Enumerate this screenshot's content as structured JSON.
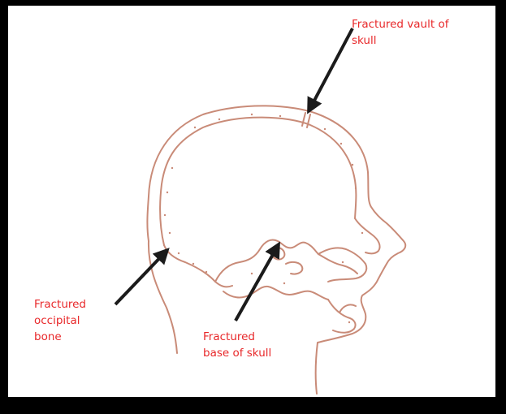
{
  "colors": {
    "outline": "#c98b78",
    "bone_dots": "#c98b78",
    "arrow": "#1b1b1b",
    "label_text": "#e8282a",
    "background": "#ffffff",
    "frame": "#000000"
  },
  "labels": {
    "vault": {
      "line1": "Fractured vault of",
      "line2": "skull"
    },
    "occipital": {
      "line1": "Fractured",
      "line2": "occipital",
      "line3": "bone"
    },
    "base": {
      "line1": "Fractured",
      "line2": "base of skull"
    }
  },
  "arrows": [
    {
      "name": "vault-arrow",
      "points_to": "vault fracture"
    },
    {
      "name": "occipital-arrow",
      "points_to": "occipital fracture"
    },
    {
      "name": "base-arrow",
      "points_to": "base of skull fracture"
    }
  ]
}
